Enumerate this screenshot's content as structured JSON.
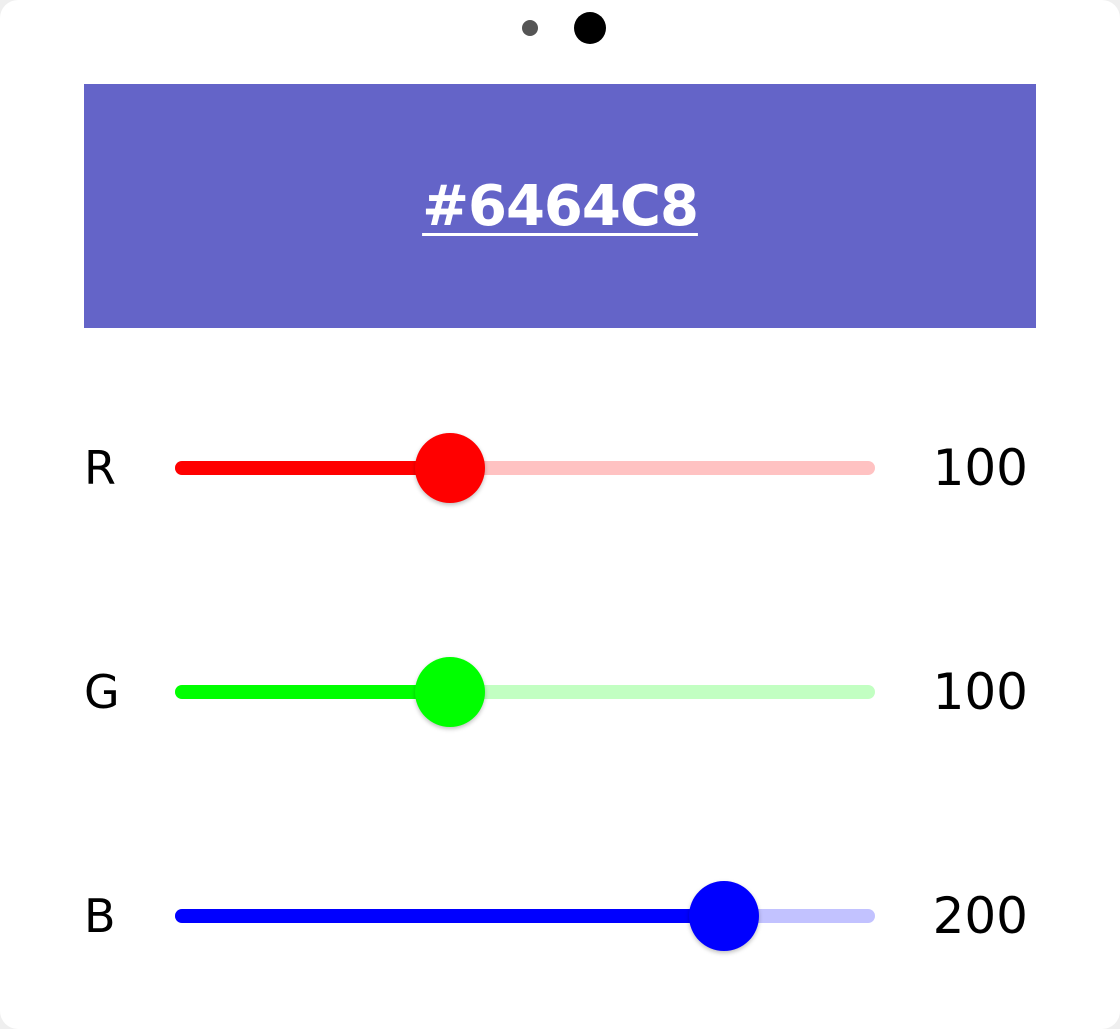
{
  "pager": {
    "page_count": 2,
    "active_page": 2
  },
  "preview": {
    "hex_label": "#6464C8",
    "color": "#6464C8"
  },
  "sliders": [
    {
      "id": "r",
      "label": "R",
      "value_text": "100",
      "value": 100,
      "max": 255,
      "color": "#FF0000",
      "track_color": "#FFC2C2"
    },
    {
      "id": "g",
      "label": "G",
      "value_text": "100",
      "value": 100,
      "max": 255,
      "color": "#00FF00",
      "track_color": "#C2FFC2"
    },
    {
      "id": "b",
      "label": "B",
      "value_text": "200",
      "value": 200,
      "max": 255,
      "color": "#0000FF",
      "track_color": "#C2C2FF"
    }
  ]
}
